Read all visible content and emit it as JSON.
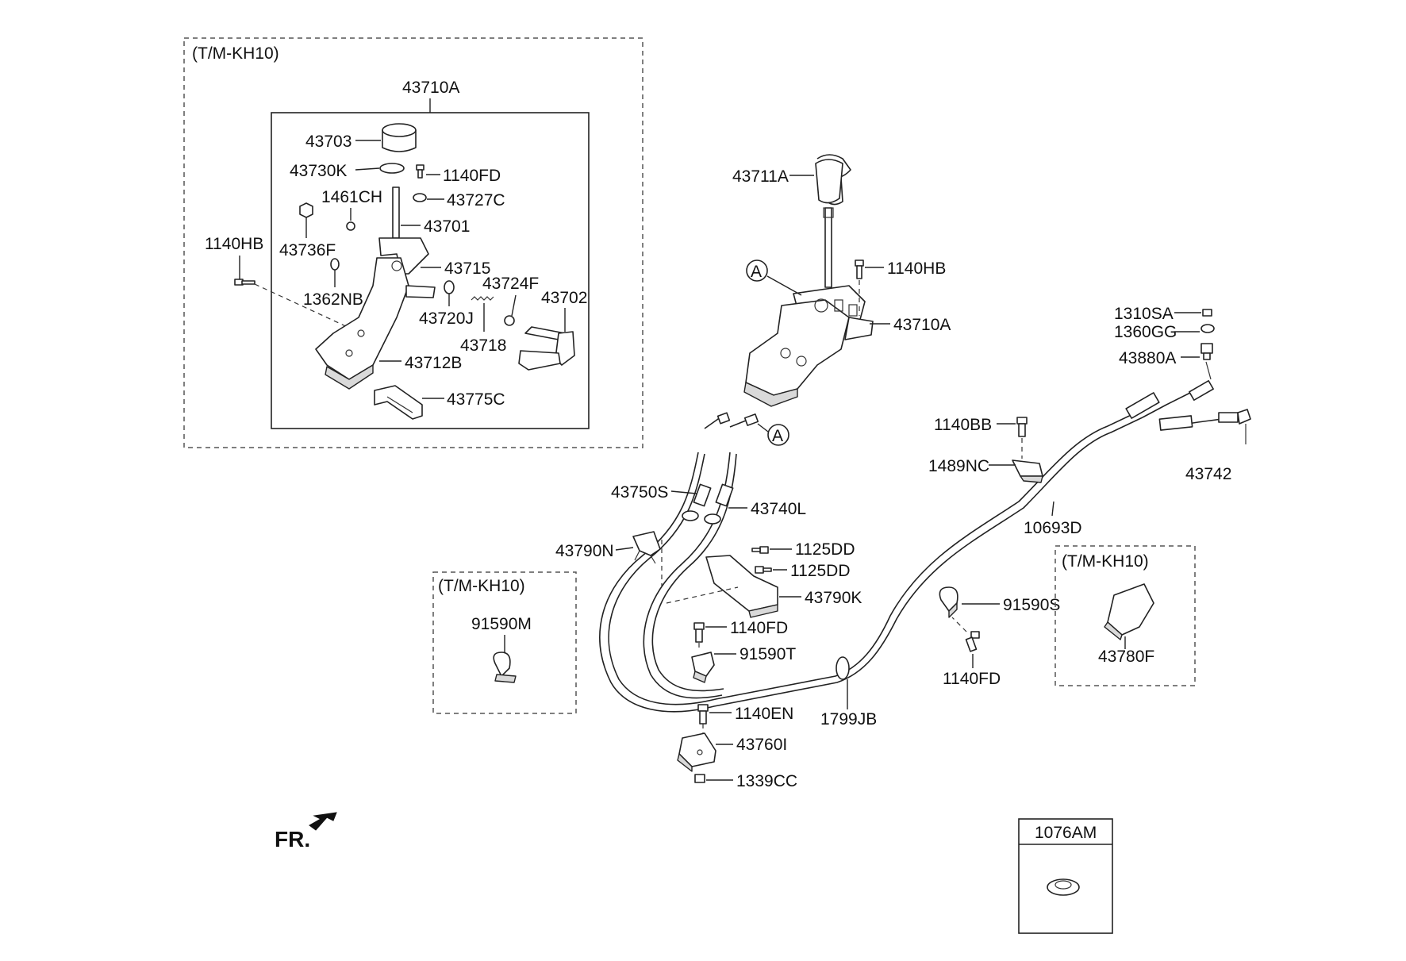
{
  "groups": {
    "variant_a": "(T/M-KH10)",
    "variant_b": "(T/M-KH10)",
    "variant_c": "(T/M-KH10)"
  },
  "labels": {
    "p43710A_top": "43710A",
    "p43703": "43703",
    "p43730K": "43730K",
    "p1140FD_a": "1140FD",
    "p1461CH": "1461CH",
    "p43727C": "43727C",
    "p43701": "43701",
    "p1140HB_a": "1140HB",
    "p43736F": "43736F",
    "p43715": "43715",
    "p43724F": "43724F",
    "p1362NB": "1362NB",
    "p43702": "43702",
    "p43720J": "43720J",
    "p43718": "43718",
    "p43712B": "43712B",
    "p43775C": "43775C",
    "p43711A": "43711A",
    "p1140HB_b": "1140HB",
    "p43710A_right": "43710A",
    "p1310SA": "1310SA",
    "p1360GG": "1360GG",
    "p43880A": "43880A",
    "p1140BB": "1140BB",
    "p1489NC": "1489NC",
    "p43742": "43742",
    "p10693D": "10693D",
    "p43750S": "43750S",
    "p43740L": "43740L",
    "p43790N": "43790N",
    "p1125DD_a": "1125DD",
    "p1125DD_b": "1125DD",
    "p43790K": "43790K",
    "p91590S": "91590S",
    "p43780F": "43780F",
    "p91590M": "91590M",
    "p1140FD_b": "1140FD",
    "p91590T": "91590T",
    "p1140FD_c": "1140FD",
    "p1799JB": "1799JB",
    "p1140EN": "1140EN",
    "p43760I": "43760I",
    "p1339CC": "1339CC",
    "p1076AM": "1076AM",
    "ref_a1": "A",
    "ref_a2": "A",
    "front": "FR."
  }
}
